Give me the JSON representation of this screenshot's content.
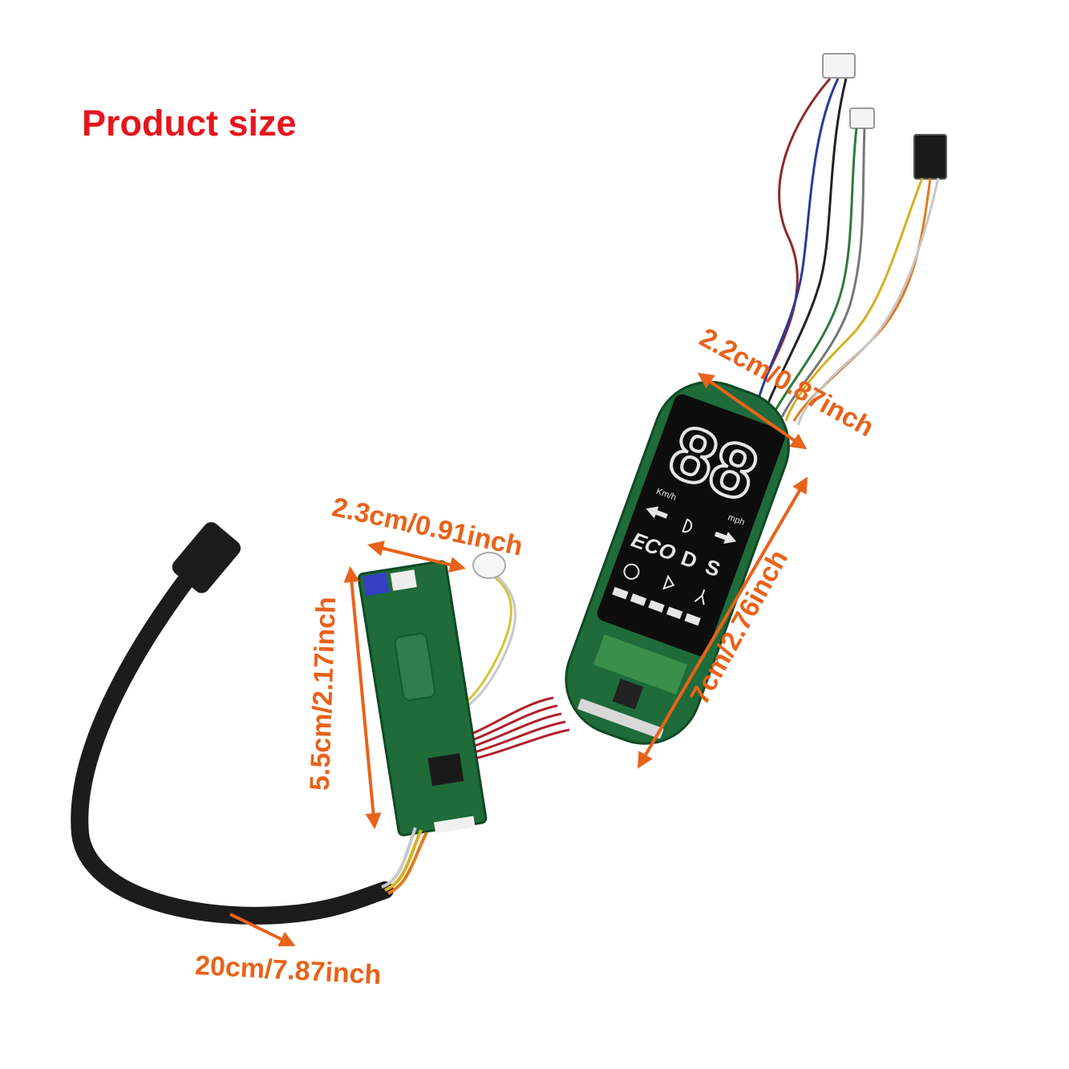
{
  "title": "Product size",
  "colors": {
    "title": "#e4161c",
    "dimension": "#e8621a",
    "pcb": "#1f6b3a",
    "cable": "#1c1c1c",
    "display": "#0d0d0d",
    "segment": "#e6e6e6"
  },
  "dimensions": {
    "top_width": "2.2cm/0.87inch",
    "display_length": "7cm/2.76inch",
    "board_width": "2.3cm/0.91inch",
    "board_length": "5.5cm/2.17inch",
    "cable_length": "20cm/7.87inch"
  },
  "display": {
    "speed_digits": "88",
    "unit_kmh": "Km/h",
    "unit_mph": "mph",
    "mode_eco": "ECO",
    "mode_d": "D",
    "mode_s": "S"
  },
  "icons": [
    "arrow-left-icon",
    "headlight-icon",
    "arrow-right-icon",
    "speedometer-icon",
    "bluetooth-icon",
    "walk-icon"
  ]
}
